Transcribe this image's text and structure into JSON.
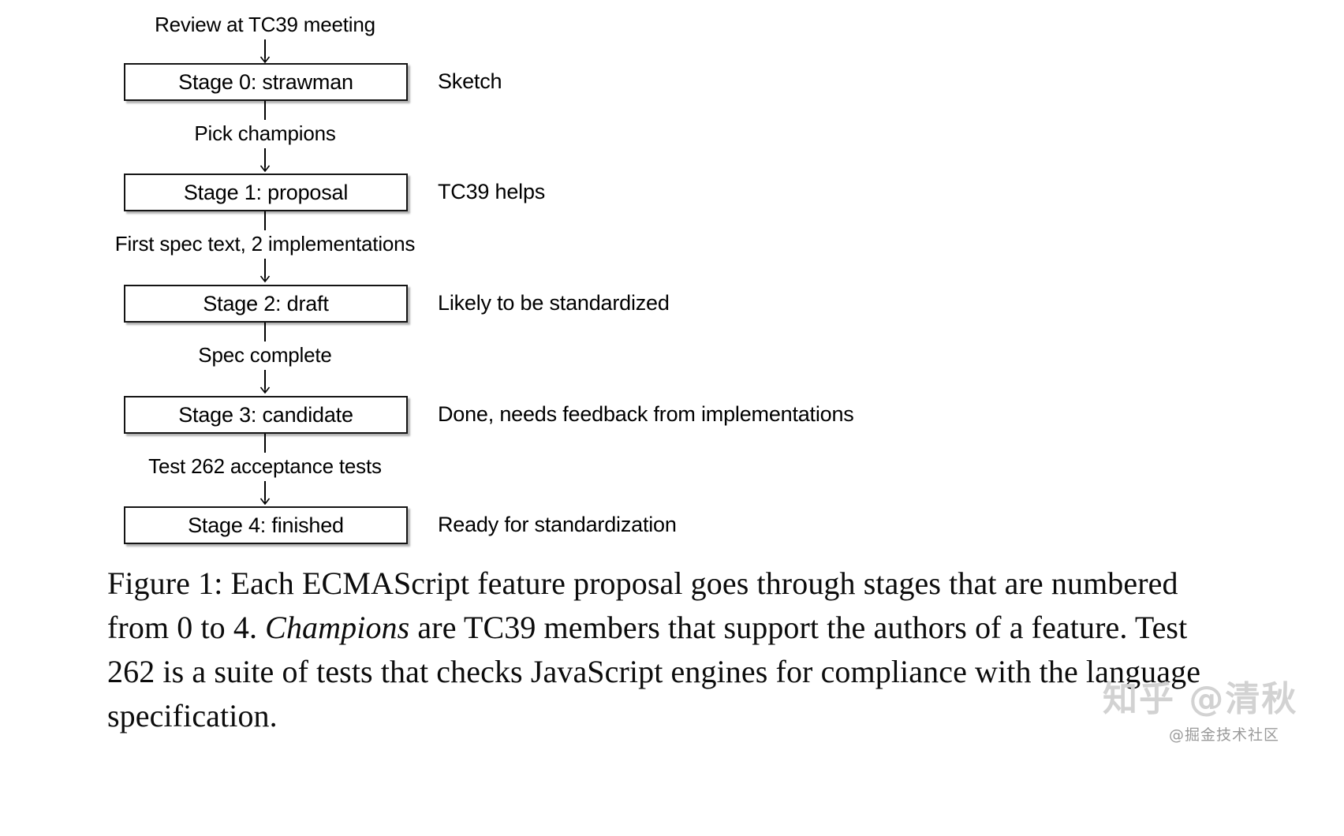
{
  "figure": {
    "caption_prefix": "Figure 1: Each ECMAScript feature proposal goes through stages that are numbered from 0 to 4. ",
    "caption_italic": "Champions",
    "caption_suffix": " are TC39 members that support the authors of a feature. Test 262 is a suite of tests that checks JavaScript engines for compliance with the language specification."
  },
  "flow": {
    "top_edge_label": "Review at TC39 meeting",
    "nodes": [
      {
        "label": "Stage 0: strawman",
        "note": "Sketch"
      },
      {
        "label": "Stage 1: proposal",
        "note": "TC39 helps"
      },
      {
        "label": "Stage 2: draft",
        "note": "Likely to be standardized"
      },
      {
        "label": "Stage 3: candidate",
        "note": "Done, needs feedback from implementations"
      },
      {
        "label": "Stage 4: finished",
        "note": "Ready for standardization"
      }
    ],
    "edges": [
      {
        "label": "Pick champions"
      },
      {
        "label": "First spec text, 2 implementations"
      },
      {
        "label": "Spec complete"
      },
      {
        "label": "Test 262 acceptance tests"
      }
    ]
  },
  "watermark": {
    "main": "知乎 @清秋",
    "sub": "@掘金技术社区"
  },
  "colors": {
    "box_border": "#141414",
    "text": "#000000",
    "watermark": "#d2d2d2"
  }
}
